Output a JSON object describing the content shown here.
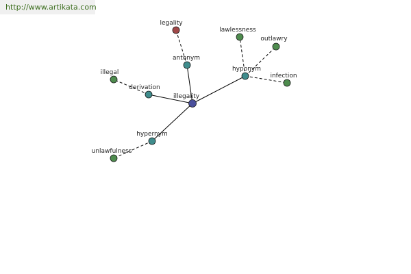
{
  "watermark": {
    "text": "http://www.artikata.com"
  },
  "colors": {
    "center": "#4a4f9c",
    "relation": "#3f8c8c",
    "word": "#4e8c4e",
    "antonym_word": "#a04848"
  },
  "graph": {
    "nodes": [
      {
        "id": "illegality",
        "label": "illegality",
        "kind": "center"
      },
      {
        "id": "antonym",
        "label": "antonym",
        "kind": "relation"
      },
      {
        "id": "legality",
        "label": "legality",
        "kind": "antonym_word"
      },
      {
        "id": "derivation",
        "label": "derivation",
        "kind": "relation"
      },
      {
        "id": "illegal",
        "label": "illegal",
        "kind": "word"
      },
      {
        "id": "hypernym",
        "label": "hypernym",
        "kind": "relation"
      },
      {
        "id": "unlawfulness",
        "label": "unlawfulness",
        "kind": "word"
      },
      {
        "id": "hyponym",
        "label": "hyponym",
        "kind": "relation"
      },
      {
        "id": "lawlessness",
        "label": "lawlessness",
        "kind": "word"
      },
      {
        "id": "outlawry",
        "label": "outlawry",
        "kind": "word"
      },
      {
        "id": "infection",
        "label": "infection",
        "kind": "word"
      }
    ],
    "edges": [
      {
        "from": "illegality",
        "to": "antonym",
        "style": "solid"
      },
      {
        "from": "illegality",
        "to": "derivation",
        "style": "solid"
      },
      {
        "from": "illegality",
        "to": "hypernym",
        "style": "solid"
      },
      {
        "from": "illegality",
        "to": "hyponym",
        "style": "solid"
      },
      {
        "from": "antonym",
        "to": "legality",
        "style": "dashed"
      },
      {
        "from": "derivation",
        "to": "illegal",
        "style": "dashed"
      },
      {
        "from": "hypernym",
        "to": "unlawfulness",
        "style": "dashed"
      },
      {
        "from": "hyponym",
        "to": "lawlessness",
        "style": "dashed"
      },
      {
        "from": "hyponym",
        "to": "outlawry",
        "style": "dashed"
      },
      {
        "from": "hyponym",
        "to": "infection",
        "style": "dashed"
      }
    ]
  }
}
